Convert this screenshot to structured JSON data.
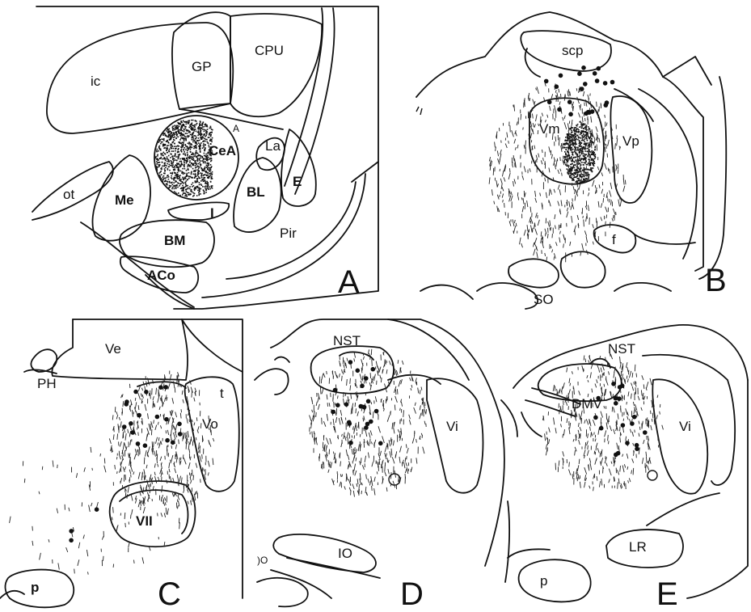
{
  "panels": {
    "A": {
      "letter": "A",
      "labels": {
        "ic": "ic",
        "gp": "GP",
        "cpu": "CPU",
        "cea": "CeA",
        "a_small": "A",
        "la": "La",
        "e": "E",
        "ot": "ot",
        "me": "Me",
        "bl": "BL",
        "i": "I",
        "bm": "BM",
        "pir": "Pir",
        "aco": "ACo"
      }
    },
    "B": {
      "letter": "B",
      "labels": {
        "scp": "scp",
        "vm": "Vm",
        "vp": "Vp",
        "f": "f",
        "so": "SO"
      }
    },
    "C": {
      "letter": "C",
      "labels": {
        "ve": "Ve",
        "ph": "PH",
        "t": "t",
        "vo": "Vo",
        "vii": "VII",
        "p": "p"
      }
    },
    "D": {
      "letter": "D",
      "labels": {
        "nst": "NST",
        "vi": "Vi",
        "io": "IO"
      }
    },
    "E": {
      "letter": "E",
      "labels": {
        "nst": "NST",
        "dmv": "DMV",
        "vi": "Vi",
        "lr": "LR",
        "p": "p"
      }
    }
  }
}
